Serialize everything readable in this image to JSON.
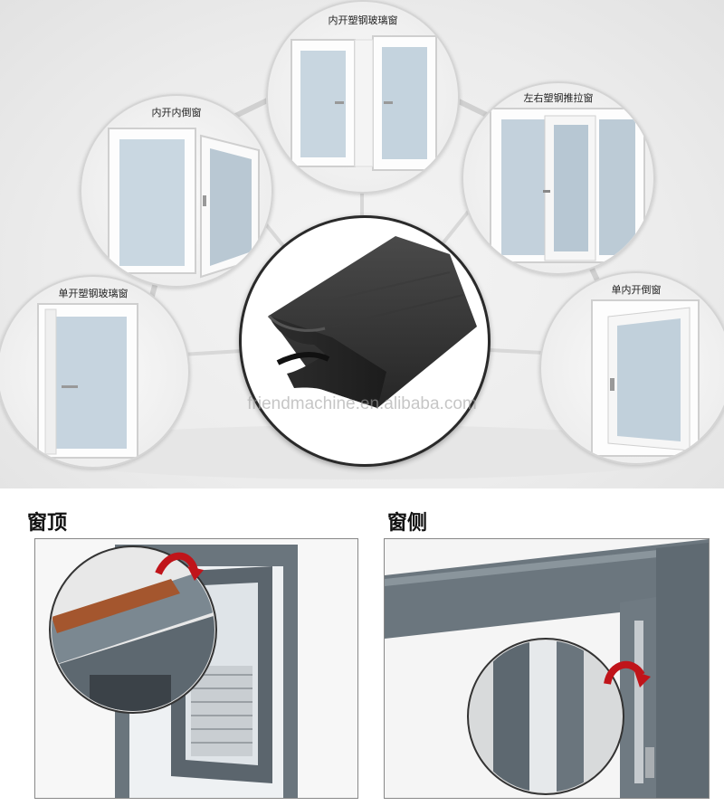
{
  "window_types": [
    "内开塑钢玻璃窗",
    "内开内倒窗",
    "左右塑钢推拉窗",
    "单开塑钢玻璃窗",
    "单内开倒窗"
  ],
  "watermark": "friendmachine.en.alibaba.com",
  "sections": {
    "top_label": "窗顶",
    "side_label": "窗侧"
  },
  "colors": {
    "frame_gray": "#5f6a72",
    "seal_black": "#2b2b2b",
    "arrow_red": "#c0141a"
  }
}
